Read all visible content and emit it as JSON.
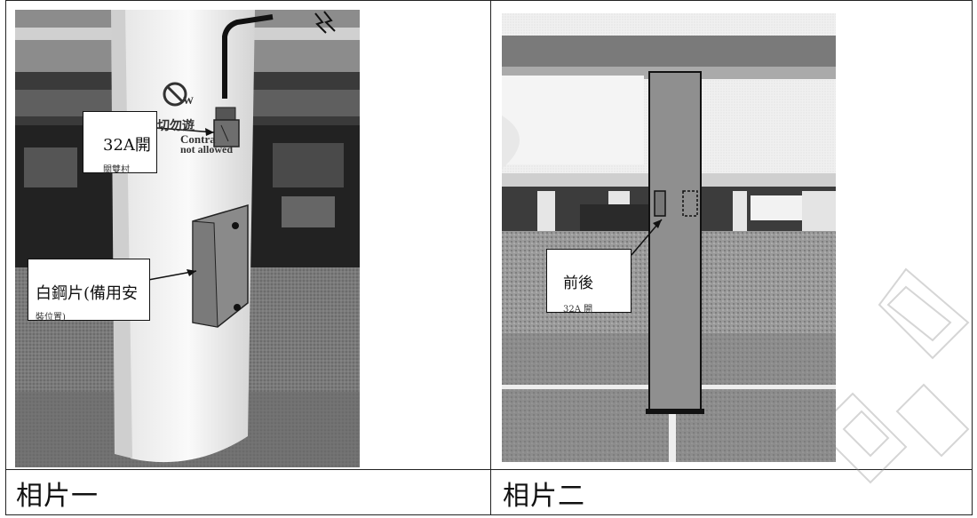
{
  "photo1": {
    "caption": "相片一",
    "callout_socket": {
      "main": "32A開",
      "sub": "關雙村"
    },
    "callout_plate": {
      "main": "白鋼片(備用安",
      "sub": "裝位置)"
    },
    "sign": {
      "line1": "W",
      "line2": "切勿遊",
      "line3": "Contra",
      "line4": "not allowed"
    }
  },
  "photo2": {
    "caption": "相片二",
    "callout": {
      "main": "前後",
      "sub": "32A 開"
    }
  },
  "colors": {
    "plate": "#8f8f8f",
    "column": "#f2f2f2",
    "border": "#222222"
  }
}
